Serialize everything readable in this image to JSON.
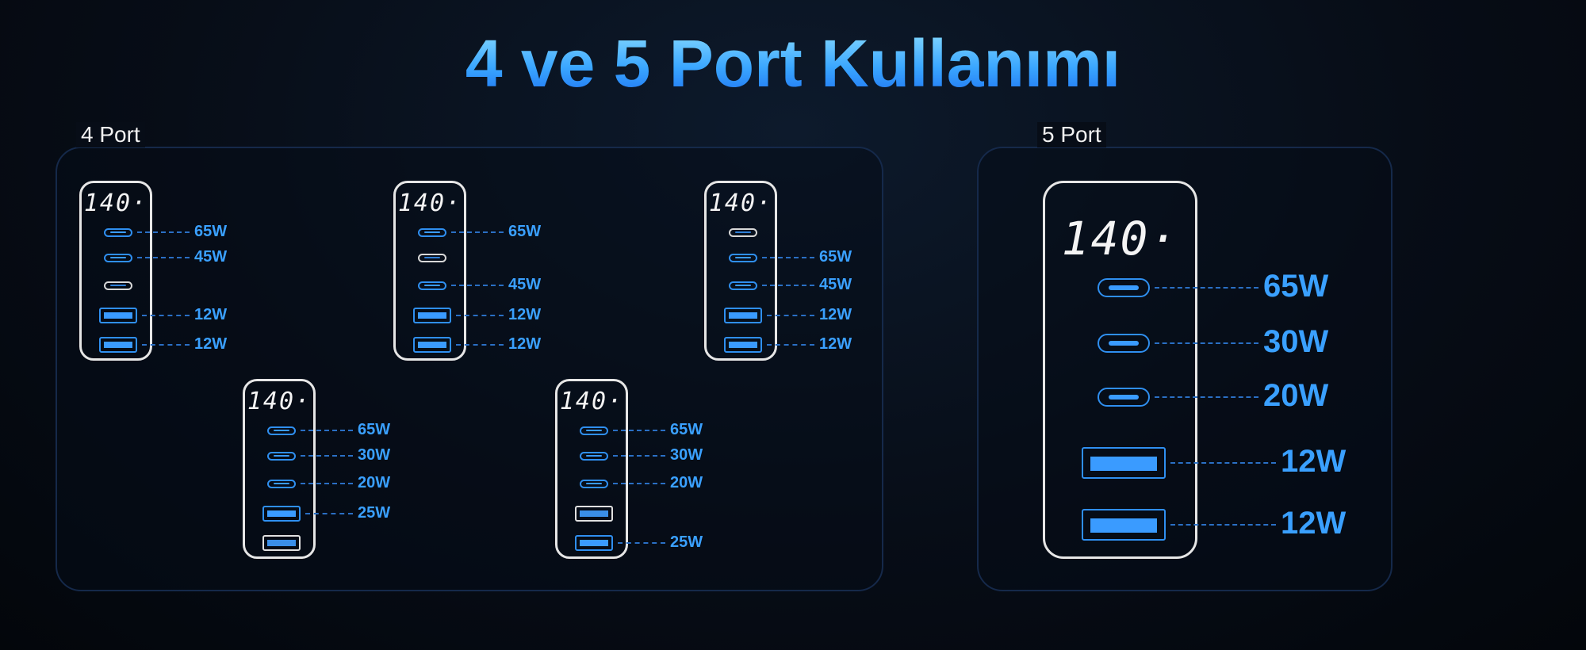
{
  "title": "4 ve 5 Port Kullanımı",
  "colors": {
    "accent": "#3aa0ff",
    "outline": "#e6e6e6"
  },
  "panels": [
    {
      "label": "4 Port"
    },
    {
      "label": "5 Port"
    }
  ],
  "chargers": [
    {
      "display": "140·",
      "ports": [
        {
          "type": "C",
          "active": true,
          "label": "65W"
        },
        {
          "type": "C",
          "active": true,
          "label": "45W"
        },
        {
          "type": "C",
          "active": false,
          "label": null
        },
        {
          "type": "A",
          "active": true,
          "label": "12W"
        },
        {
          "type": "A",
          "active": true,
          "label": "12W"
        }
      ]
    },
    {
      "display": "140·",
      "ports": [
        {
          "type": "C",
          "active": true,
          "label": "65W"
        },
        {
          "type": "C",
          "active": false,
          "label": null
        },
        {
          "type": "C",
          "active": true,
          "label": "45W"
        },
        {
          "type": "A",
          "active": true,
          "label": "12W"
        },
        {
          "type": "A",
          "active": true,
          "label": "12W"
        }
      ]
    },
    {
      "display": "140·",
      "ports": [
        {
          "type": "C",
          "active": false,
          "label": null
        },
        {
          "type": "C",
          "active": true,
          "label": "65W"
        },
        {
          "type": "C",
          "active": true,
          "label": "45W"
        },
        {
          "type": "A",
          "active": true,
          "label": "12W"
        },
        {
          "type": "A",
          "active": true,
          "label": "12W"
        }
      ]
    },
    {
      "display": "140·",
      "ports": [
        {
          "type": "C",
          "active": true,
          "label": "65W"
        },
        {
          "type": "C",
          "active": true,
          "label": "30W"
        },
        {
          "type": "C",
          "active": true,
          "label": "20W"
        },
        {
          "type": "A",
          "active": true,
          "label": "25W"
        },
        {
          "type": "A",
          "active": false,
          "label": null
        }
      ]
    },
    {
      "display": "140·",
      "ports": [
        {
          "type": "C",
          "active": true,
          "label": "65W"
        },
        {
          "type": "C",
          "active": true,
          "label": "30W"
        },
        {
          "type": "C",
          "active": true,
          "label": "20W"
        },
        {
          "type": "A",
          "active": false,
          "label": null
        },
        {
          "type": "A",
          "active": true,
          "label": "25W"
        }
      ]
    },
    {
      "display": "140·",
      "ports": [
        {
          "type": "C",
          "active": true,
          "label": "65W"
        },
        {
          "type": "C",
          "active": true,
          "label": "30W"
        },
        {
          "type": "C",
          "active": true,
          "label": "20W"
        },
        {
          "type": "A",
          "active": true,
          "label": "12W"
        },
        {
          "type": "A",
          "active": true,
          "label": "12W"
        }
      ]
    }
  ]
}
